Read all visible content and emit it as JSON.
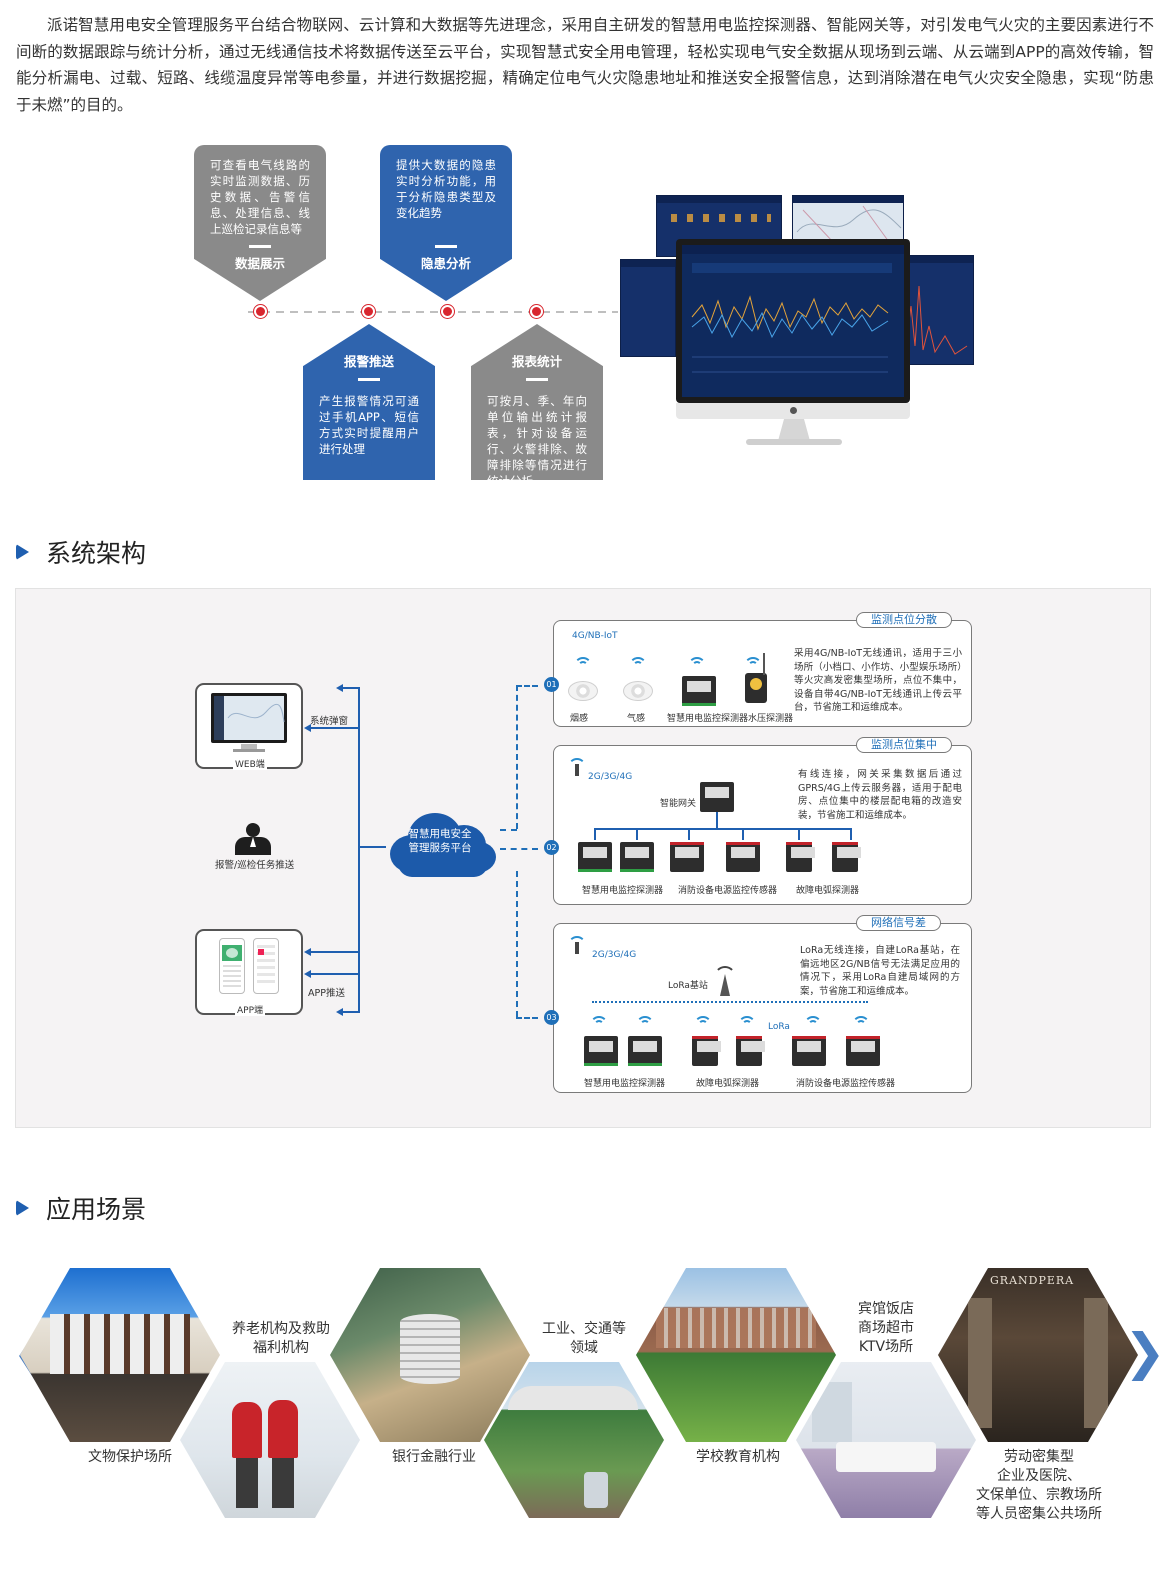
{
  "intro": "派诺智慧用电安全管理服务平台结合物联网、云计算和大数据等先进理念，采用自主研发的智慧用电监控探测器、智能网关等，对引发电气火灾的主要因素进行不间断的数据跟踪与统计分析，通过无线通信技术将数据传送至云平台，实现智慧式安全用电管理，轻松实现电气安全数据从现场到云端、从云端到APP的高效传输，智能分析漏电、过载、短路、线缆温度异常等电参量，并进行数据挖掘，精确定位电气火灾隐患地址和推送安全报警信息，达到消除潜在电气火灾安全隐患，实现“防患于未燃”的目的。",
  "features": [
    {
      "title": "数据展示",
      "text": "可查看电气线路的实时监测数据、历史数据、告警信息、处理信息、线上巡检记录信息等",
      "color": "#8a8a8a"
    },
    {
      "title": "隐患分析",
      "text": "提供大数据的隐患实时分析功能，用于分析隐患类型及变化趋势",
      "color": "#2f64ae"
    },
    {
      "title": "报警推送",
      "text": "产生报警情况可通过手机APP、短信方式实时提醒用户进行处理",
      "color": "#2f64ae"
    },
    {
      "title": "报表统计",
      "text": "可按月、季、年向单位输出统计报表，针对设备运行、火警排除、故障排除等情况进行统计分析",
      "color": "#8a8a8a"
    }
  ],
  "sections": {
    "architecture": "系统架构",
    "scenes": "应用场景"
  },
  "architecture": {
    "web_label": "WEB端",
    "popup_label": "系统弹窗",
    "alarm_label": "报警/巡检任务推送",
    "app_push_label": "APP推送",
    "app_label": "APP端",
    "cloud_line1": "智慧用电安全",
    "cloud_line2": "管理服务平台",
    "panels": [
      {
        "num": "01",
        "tag": "监测点位分散",
        "network": "4G/NB-IoT",
        "desc": "采用4G/NB-IoT无线通讯，适用于三小场所（小档口、小作坊、小型娱乐场所）等火灾高发密集型场所，点位不集中，设备自带4G/NB-IoT无线通讯上传云平台，节省施工和运维成本。",
        "devices": [
          "烟感",
          "气感",
          "智慧用电监控探测器",
          "水压探测器"
        ]
      },
      {
        "num": "02",
        "tag": "监测点位集中",
        "network": "2G/3G/4G",
        "gateway": "智能网关",
        "desc": "有线连接，网关采集数据后通过GPRS/4G上传云服务器，适用于配电房、点位集中的楼层配电箱的改造安装，节省施工和运维成本。",
        "devices": [
          "智慧用电监控探测器",
          "消防设备电源监控传感器",
          "故障电弧探测器"
        ]
      },
      {
        "num": "03",
        "tag": "网络信号差",
        "network": "2G/3G/4G",
        "base": "LoRa基站",
        "lora": "LoRa",
        "desc": "LoRa无线连接，自建LoRa基站，在偏远地区2G/NB信号无法满足应用的情况下，采用LoRa自建局域网的方案，节省施工和运维成本。",
        "devices": [
          "智慧用电监控探测器",
          "故障电弧探测器",
          "消防设备电源监控传感器"
        ]
      }
    ]
  },
  "scenes": [
    {
      "label": "文物保护场所"
    },
    {
      "label": "养老机构及救助福利机构"
    },
    {
      "label": "银行金融行业"
    },
    {
      "label": "工业、交通等领域"
    },
    {
      "label": "学校教育机构"
    },
    {
      "label": "宾馆饭店商场超市KTV场所"
    },
    {
      "label": "劳动密集型企业及医院、文保单位、宗教场所等人员密集公共场所"
    }
  ],
  "scene_text": {
    "s2a": "养老机构及救助",
    "s2b": "福利机构",
    "s4a": "工业、交通等",
    "s4b": "领域",
    "s6a": "宾馆饭店",
    "s6b": "商场超市",
    "s6c": "KTV场所",
    "s7a": "劳动密集型",
    "s7b": "企业及医院、",
    "s7c": "文保单位、宗教场所",
    "s7d": "等人员密集公共场所",
    "grandpera": "GRANDPERA"
  },
  "colors": {
    "accent": "#1f5fb0",
    "red_dot": "#d8262e",
    "gray": "#8a8a8a",
    "blue": "#2f64ae"
  }
}
